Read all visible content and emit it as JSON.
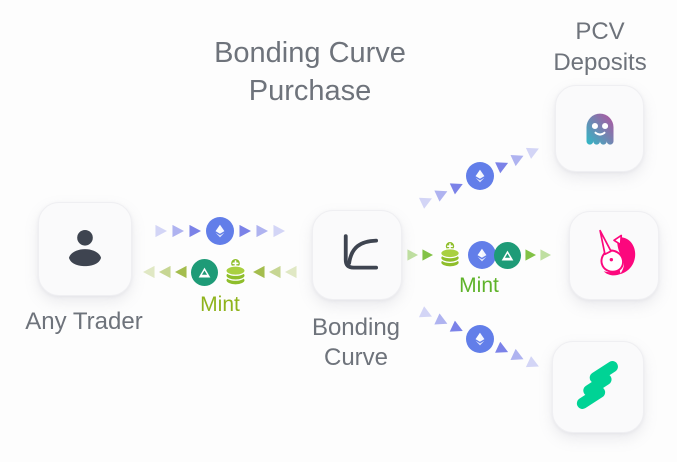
{
  "title": "Bonding Curve Purchase",
  "pcv": {
    "heading": "PCV Deposits"
  },
  "nodes": {
    "trader": {
      "label": "Any Trader",
      "icon": "person-icon"
    },
    "bonding_curve": {
      "label": "Bonding Curve",
      "icon": "bonding-curve-chart-icon"
    },
    "pcv_targets": [
      {
        "icon": "aave-ghost-icon"
      },
      {
        "icon": "uniswap-unicorn-icon"
      },
      {
        "icon": "compound-bars-icon"
      }
    ]
  },
  "flows": {
    "trader_to_curve": {
      "icon": "ethereum-token-icon",
      "direction": "right"
    },
    "curve_to_trader": {
      "label": "Mint",
      "icons": [
        "fei-token-icon",
        "coin-stack-plus-icon"
      ],
      "direction": "left"
    },
    "curve_to_uniswap": {
      "label": "Mint",
      "icons": [
        "coin-stack-plus-icon",
        "ethereum-token-icon",
        "fei-token-icon"
      ],
      "direction": "right"
    },
    "curve_to_aave": {
      "icon": "ethereum-token-icon",
      "direction": "up-right"
    },
    "curve_to_compound": {
      "icon": "ethereum-token-icon",
      "direction": "down-right"
    }
  },
  "colors": {
    "background": "#fdfdfd",
    "text_gray": "#6e737b",
    "card_bg": "#fafafb",
    "card_border": "#efeff2",
    "ink": "#3e4450",
    "eth_blue": "#627ee9",
    "purple_arrow": "#7b82e8",
    "olive_arrow": "#a4bd4d",
    "olive_text": "#8fb31c",
    "green_arrow": "#82c246",
    "green_text": "#5fb32a",
    "fei_green": "#1e9b77",
    "coin_green": "#8fbe2b",
    "coin_green_light": "#a9d040",
    "uniswap_pink": "#fc077d",
    "compound_green": "#00d395",
    "aave_cyan": "#2ebac6",
    "aave_purple": "#b6509e"
  }
}
